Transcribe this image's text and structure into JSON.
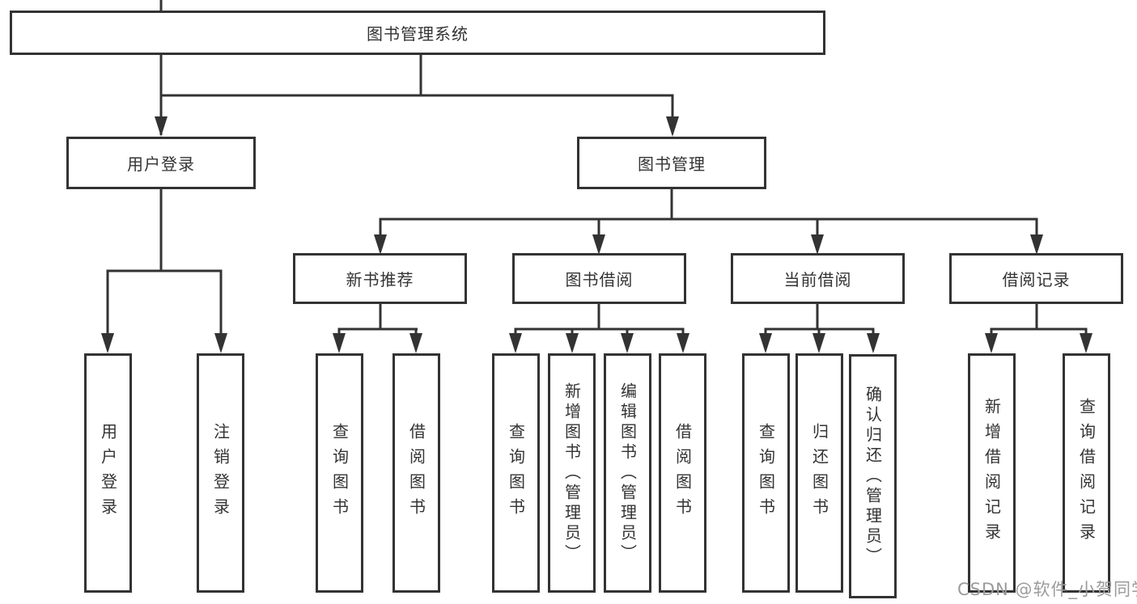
{
  "diagram": {
    "type": "hierarchy-tree",
    "root": {
      "label": "图书管理系统"
    },
    "level2": [
      {
        "label": "用户登录"
      },
      {
        "label": "图书管理"
      }
    ],
    "level3": [
      {
        "label": "新书推荐"
      },
      {
        "label": "图书借阅"
      },
      {
        "label": "当前借阅"
      },
      {
        "label": "借阅记录"
      }
    ],
    "leaves": [
      {
        "label": "用户登录"
      },
      {
        "label": "注销登录"
      },
      {
        "label": "查询图书"
      },
      {
        "label": "借阅图书"
      },
      {
        "label": "查询图书"
      },
      {
        "label": "新增图书（管理员）"
      },
      {
        "label": "编辑图书（管理员）"
      },
      {
        "label": "借阅图书"
      },
      {
        "label": "查询图书"
      },
      {
        "label": "归还图书"
      },
      {
        "label": "确认归还（管理员）"
      },
      {
        "label": "新增借阅记录"
      },
      {
        "label": "查询借阅记录"
      }
    ],
    "hierarchy": {
      "图书管理系统": {
        "用户登录": [
          "用户登录",
          "注销登录"
        ],
        "图书管理": {
          "新书推荐": [
            "查询图书",
            "借阅图书"
          ],
          "图书借阅": [
            "查询图书",
            "新增图书（管理员）",
            "编辑图书（管理员）",
            "借阅图书"
          ],
          "当前借阅": [
            "查询图书",
            "归还图书",
            "确认归还（管理员）"
          ],
          "借阅记录": [
            "新增借阅记录",
            "查询借阅记录"
          ]
        }
      }
    },
    "colors": {
      "line": "#333333",
      "text": "#333333",
      "background": "#ffffff",
      "watermark_color": "#9b9b9b"
    },
    "watermark": {
      "text": "CSDN @软件_小贺同学"
    }
  }
}
